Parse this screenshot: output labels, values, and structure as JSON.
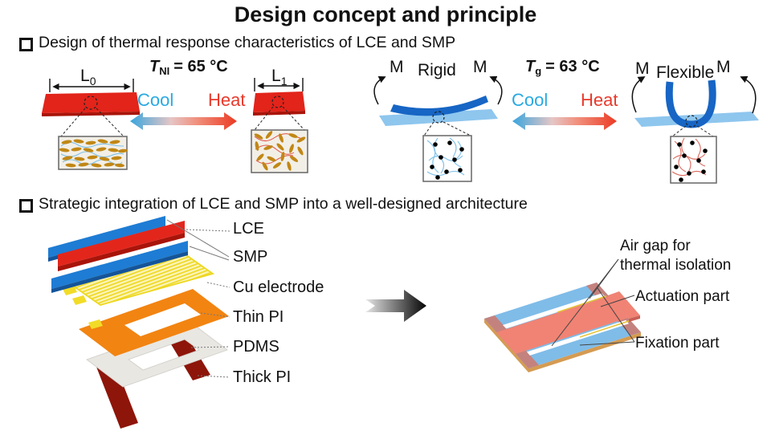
{
  "title": "Design concept and principle",
  "sections": [
    {
      "heading": "Design of thermal response characteristics of LCE and SMP"
    },
    {
      "heading": "Strategic integration of LCE and SMP into a well-designed architecture"
    }
  ],
  "lce_panel": {
    "transition_symbol": "T",
    "transition_subscript": "NI",
    "transition_value": "= 65 °C",
    "initial_length_symbol": "L",
    "initial_length_subscript": "0",
    "heated_length_symbol": "L",
    "heated_length_subscript": "1",
    "cool_label": "Cool",
    "heat_label": "Heat"
  },
  "smp_panel": {
    "transition_symbol": "T",
    "transition_subscript": "g",
    "transition_value": "= 63 °C",
    "moment_label": "M",
    "rigid_label": "Rigid",
    "flexible_label": "Flexible",
    "cool_label": "Cool",
    "heat_label": "Heat"
  },
  "stack": {
    "layers": [
      {
        "label": "LCE"
      },
      {
        "label": "SMP"
      },
      {
        "label": "Cu electrode"
      },
      {
        "label": "Thin PI"
      },
      {
        "label": "PDMS"
      },
      {
        "label": "Thick PI"
      }
    ]
  },
  "device": {
    "air_gap_label": [
      "Air gap for",
      "thermal isolation"
    ],
    "actuation_label": "Actuation part",
    "fixation_label": "Fixation part"
  },
  "colors": {
    "cool": "#29A9E1",
    "heat": "#E8392B",
    "lce_red": "#E2241A",
    "smp_dark_blue": "#1765C4",
    "smp_light_blue": "#8EC6EE",
    "cu_yellow": "#EFD928",
    "thin_pi_orange": "#F28411",
    "pdms_gray": "#E9E7E2",
    "thick_pi_dark_red": "#8E150A",
    "device_blue": "#7FBCE8",
    "device_salmon": "#F08374",
    "mesogen_gold": "#C18715"
  }
}
